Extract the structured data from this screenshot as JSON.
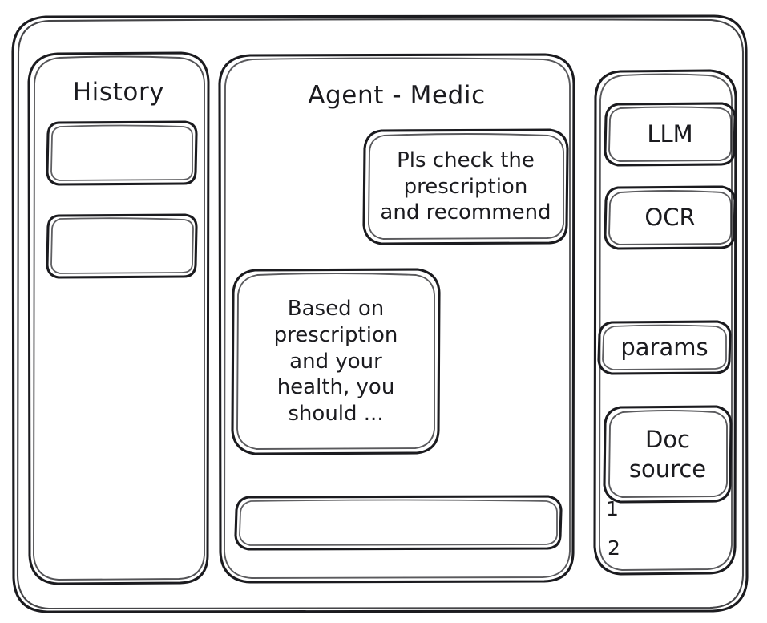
{
  "app": {
    "style": "hand-drawn-wireframe",
    "ink_color": "#1b1b1f",
    "background_color": "#ffffff"
  },
  "left_panel": {
    "title": "History",
    "items": [
      {
        "label": ""
      },
      {
        "label": ""
      }
    ]
  },
  "center_panel": {
    "title": "Agent - Medic",
    "messages": [
      {
        "role": "user",
        "text": "Pls check the\nprescription\nand recommend"
      },
      {
        "role": "assistant",
        "text": "Based on\nprescription\nand your\nhealth, you\nshould ..."
      }
    ],
    "composer": {
      "value": "",
      "placeholder": ""
    }
  },
  "right_panel": {
    "buttons": [
      {
        "label": "LLM"
      },
      {
        "label": "OCR"
      },
      {
        "label": "params"
      }
    ],
    "doc_source": {
      "label": "Doc\nsource",
      "list": [
        {
          "label": "1"
        },
        {
          "label": "2"
        }
      ]
    }
  }
}
